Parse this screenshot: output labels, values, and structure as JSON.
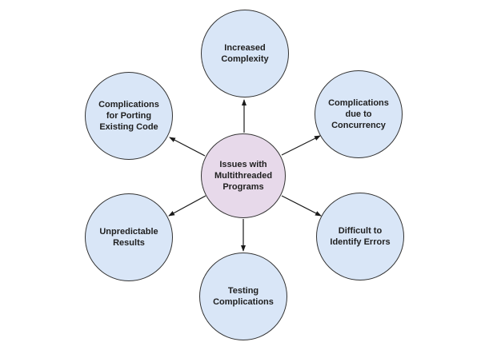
{
  "colors": {
    "background": "#ffffff",
    "satellite_fill": "#d9e6f7",
    "center_fill": "#e7d9ea",
    "node_stroke": "#333333",
    "connector_color": "#1a1a1a",
    "text_color": "#1f1f1f"
  },
  "diagram": {
    "center_node": {
      "id": "issues-with-multithreaded-programs",
      "label": "Issues with\nMultithreaded\nPrograms"
    },
    "satellite_nodes": [
      {
        "id": "increased-complexity",
        "position": "top",
        "label": "Increased\nComplexity"
      },
      {
        "id": "complications-due-to-concurrency",
        "position": "top-right",
        "label": "Complications\ndue to\nConcurrency"
      },
      {
        "id": "difficult-to-identify-errors",
        "position": "bottom-right",
        "label": "Difficult to\nIdentify Errors"
      },
      {
        "id": "testing-complications",
        "position": "bottom",
        "label": "Testing\nComplications"
      },
      {
        "id": "unpredictable-results",
        "position": "bottom-left",
        "label": "Unpredictable\nResults"
      },
      {
        "id": "complications-for-porting-existing-code",
        "position": "top-left",
        "label": "Complications\nfor Porting\nExisting Code"
      }
    ]
  }
}
